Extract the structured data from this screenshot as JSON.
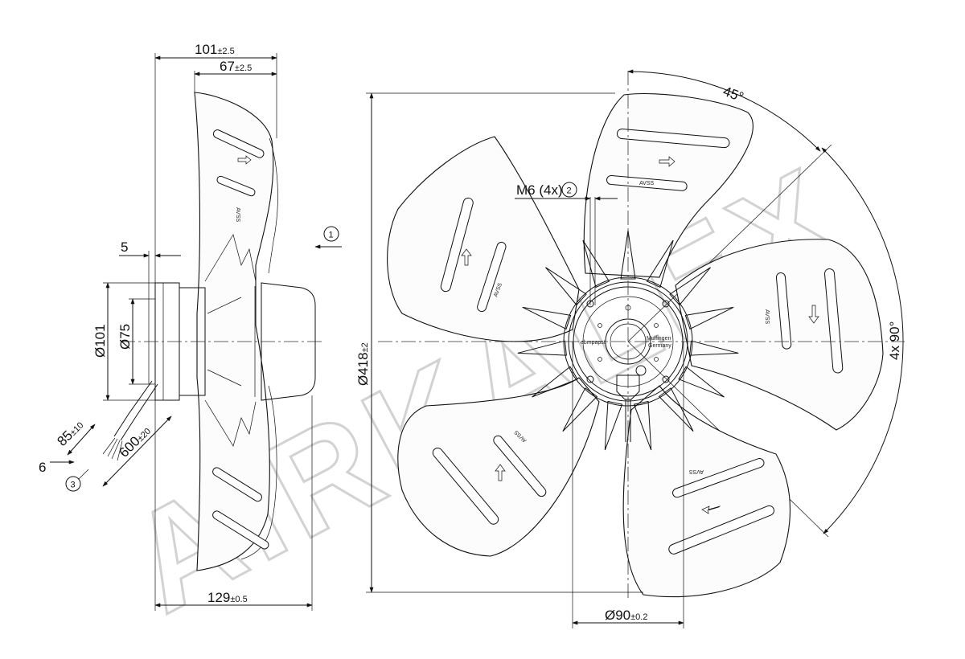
{
  "watermark": "AIRKALEX",
  "dimensions": {
    "total_depth": {
      "value": "101",
      "tol": "±2.5"
    },
    "blade_depth": {
      "value": "67",
      "tol": "±2.5"
    },
    "flange_offset": "5",
    "outer_dia": "Ø101",
    "inner_dia": "Ø75",
    "cable_strip": {
      "value": "85",
      "tol": "±10"
    },
    "cable_length": {
      "value": "600",
      "tol": "±20"
    },
    "wire_end": "6",
    "overall_width": {
      "value": "129",
      "tol": "±0.5"
    },
    "fan_dia": {
      "value": "Ø418",
      "tol": "±2"
    },
    "hub_dia": {
      "value": "Ø90",
      "tol": "±0.2"
    },
    "mount_thread": "M6 (4x)",
    "angle": "45°",
    "bolt_pattern": "4x 90°"
  },
  "callouts": {
    "airflow": "1",
    "mount": "2",
    "cable": "3"
  },
  "blade_mark": "AVSS",
  "hub_text": {
    "brand": "ebmpapst",
    "city": "Mulfingen",
    "country": "Germany"
  }
}
